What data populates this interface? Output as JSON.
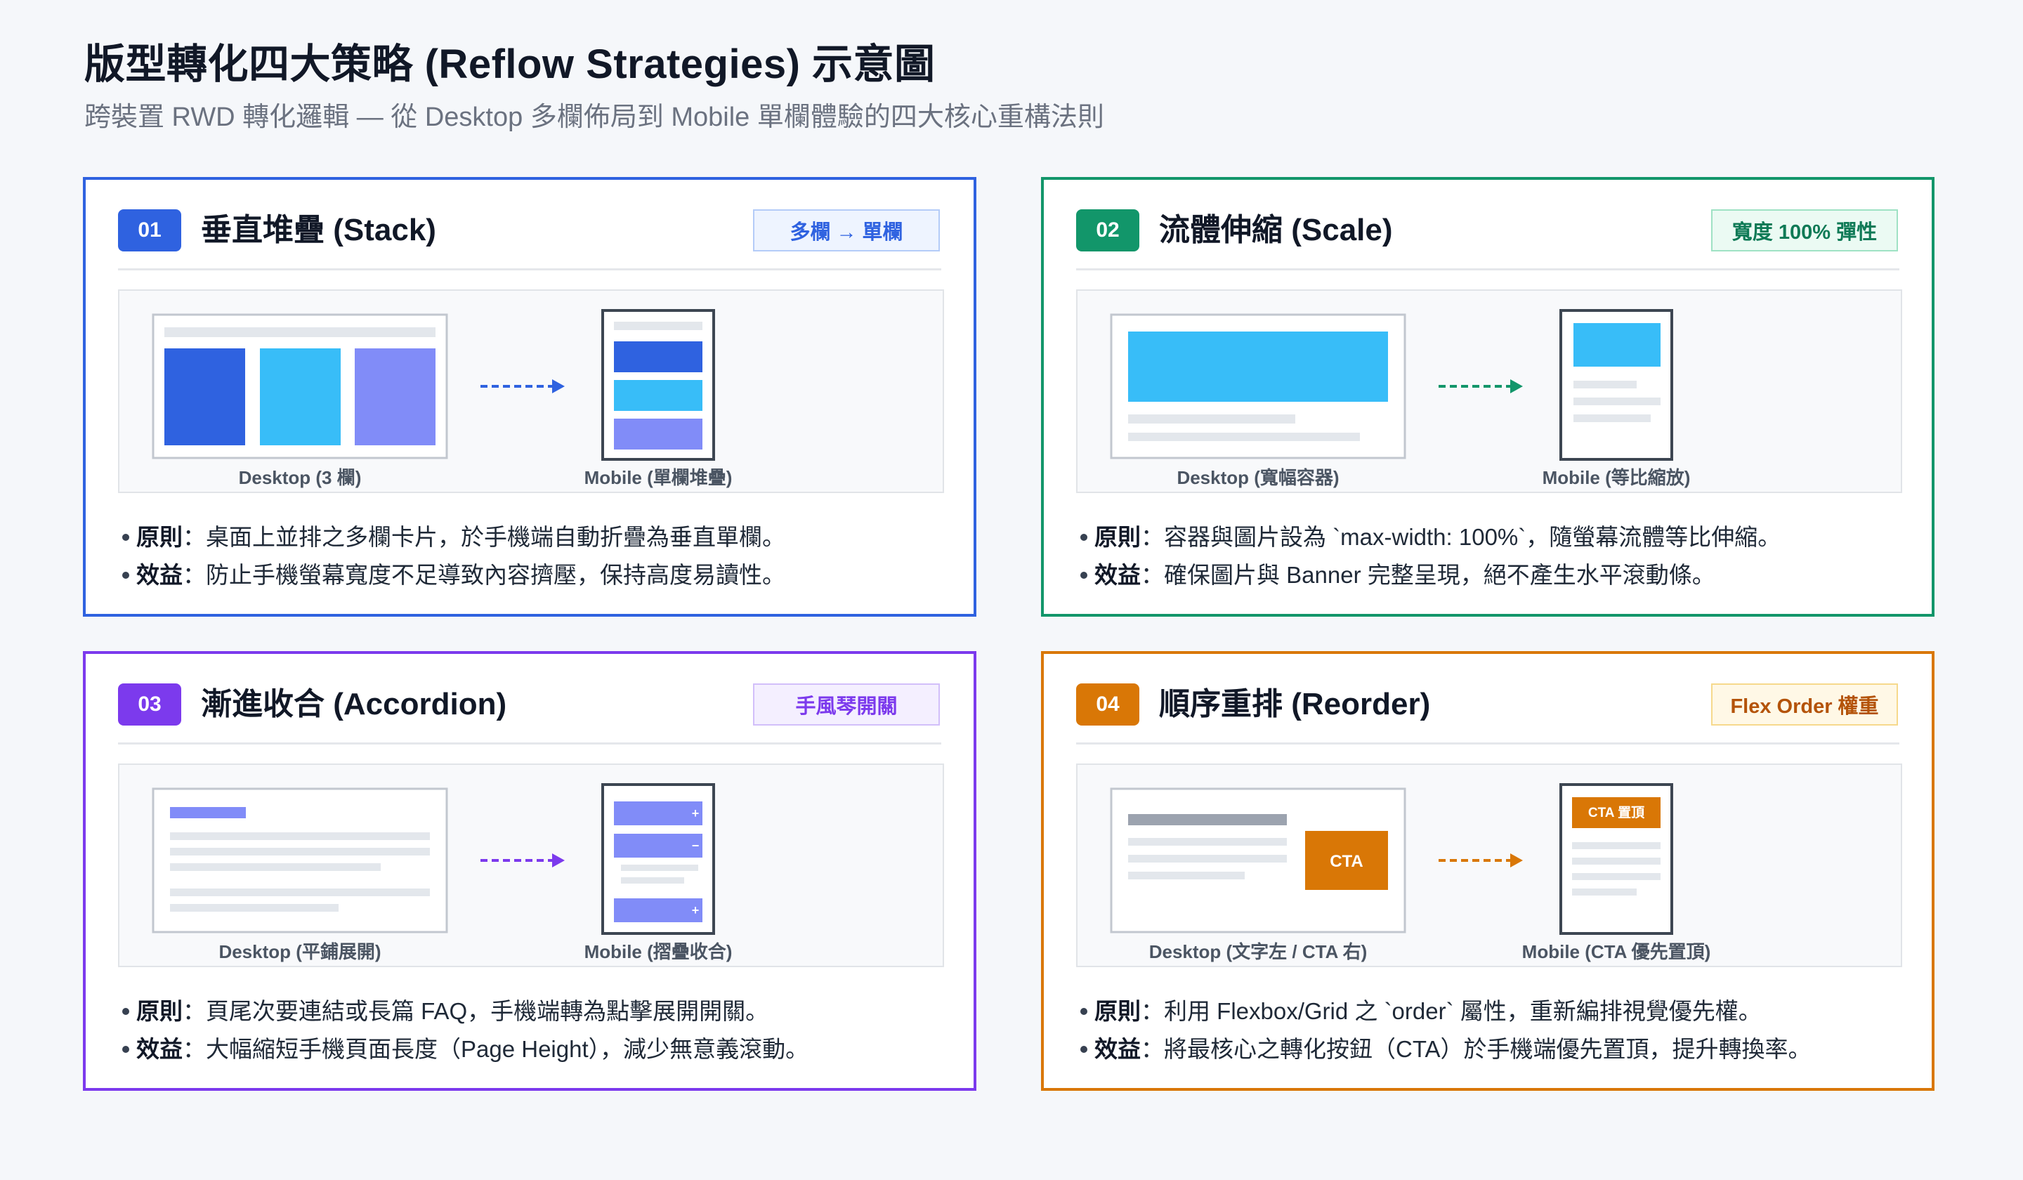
{
  "header": {
    "title": "版型轉化四大策略 (Reflow Strategies) 示意圖",
    "subtitle": "跨裝置 RWD 轉化邏輯 — 從 Desktop 多欄佈局到 Mobile 單欄體驗的四大核心重構法則"
  },
  "colors": {
    "stack": "#2f62e0",
    "scale": "#12966a",
    "accordion": "#7c3aed",
    "reorder": "#d97706",
    "block_blue": "#2f62e0",
    "block_sky": "#38bdf8",
    "block_indigo": "#818cf8",
    "cta_orange": "#d97706"
  },
  "cards": [
    {
      "num": "01",
      "title": "垂直堆疊 (Stack)",
      "tag": "多欄 → 單欄",
      "desktop_label": "Desktop (3 欄)",
      "mobile_label": "Mobile (單欄堆疊)",
      "principle_label": "原則",
      "principle": "：桌面上並排之多欄卡片，於手機端自動折疊為垂直單欄。",
      "benefit_label": "效益",
      "benefit": "：防止手機螢幕寬度不足導致內容擠壓，保持高度易讀性。"
    },
    {
      "num": "02",
      "title": "流體伸縮 (Scale)",
      "tag": "寬度 100% 彈性",
      "desktop_label": "Desktop (寬幅容器)",
      "mobile_label": "Mobile (等比縮放)",
      "principle_label": "原則",
      "principle": "：容器與圖片設為 `max-width: 100%`，隨螢幕流體等比伸縮。",
      "benefit_label": "效益",
      "benefit": "：確保圖片與 Banner 完整呈現，絕不產生水平滾動條。"
    },
    {
      "num": "03",
      "title": "漸進收合 (Accordion)",
      "tag": "手風琴開關",
      "desktop_label": "Desktop (平鋪展開)",
      "mobile_label": "Mobile (摺疊收合)",
      "principle_label": "原則",
      "principle": "：頁尾次要連結或長篇 FAQ，手機端轉為點擊展開開關。",
      "benefit_label": "效益",
      "benefit": "：大幅縮短手機頁面長度（Page Height），減少無意義滾動。"
    },
    {
      "num": "04",
      "title": "順序重排 (Reorder)",
      "tag": "Flex Order 權重",
      "desktop_label": "Desktop (文字左 / CTA 右)",
      "mobile_label": "Mobile (CTA 優先置頂)",
      "principle_label": "原則",
      "principle": "：利用 Flexbox/Grid 之 `order` 屬性，重新編排視覺優先權。",
      "benefit_label": "效益",
      "benefit": "：將最核心之轉化按鈕（CTA）於手機端優先置頂，提升轉換率。"
    }
  ],
  "diagram_text": {
    "cta_desktop": "CTA",
    "cta_mobile": "CTA 置頂",
    "plus": "+",
    "minus": "−"
  }
}
